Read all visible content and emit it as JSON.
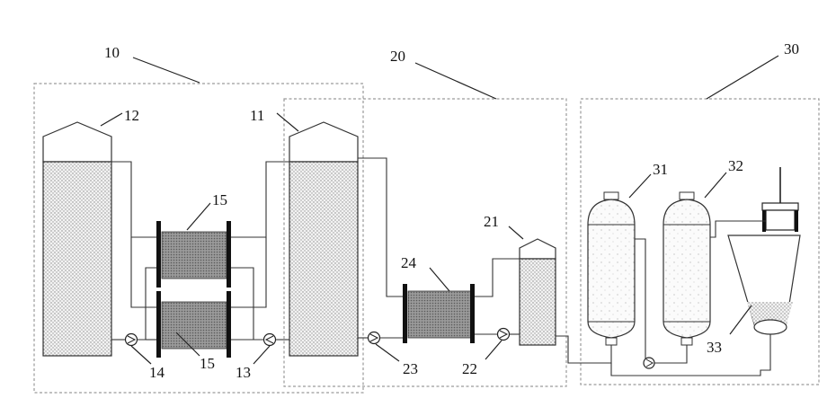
{
  "labels": {
    "system_10": "10",
    "system_20": "20",
    "system_30": "30",
    "tank_11": "11",
    "tank_12": "12",
    "pump_13": "13",
    "pump_14": "14",
    "stack_15_top": "15",
    "stack_15_bottom": "15",
    "tank_21": "21",
    "pump_22": "22",
    "pump_23": "23",
    "stack_24": "24",
    "vessel_31": "31",
    "vessel_32": "32",
    "separator_33": "33"
  },
  "colors": {
    "dashed_box": "#9a9a9a",
    "line": "#222222",
    "fill_dots": "#888888",
    "stack_fill": "#8a8a8a"
  }
}
